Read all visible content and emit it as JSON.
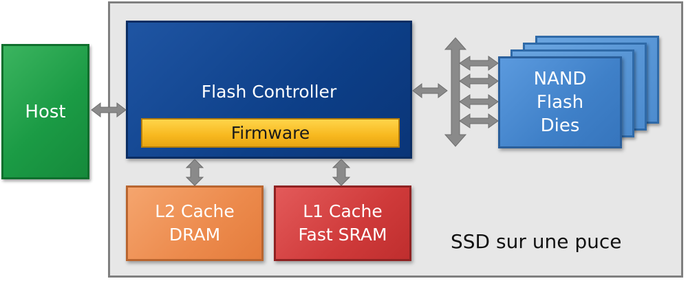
{
  "diagram": {
    "host_label": "Host",
    "controller_label": "Flash Controller",
    "firmware_label": "Firmware",
    "l2_cache": {
      "line1": "L2 Cache",
      "line2": "DRAM"
    },
    "l1_cache": {
      "line1": "L1 Cache",
      "line2": "Fast SRAM"
    },
    "nand": {
      "line1": "NAND",
      "line2": "Flash",
      "line3": "Dies"
    },
    "caption": "SSD sur une puce"
  },
  "colors": {
    "frame_bg": "#e7e7e7",
    "frame_border": "#7f7f7f",
    "host": "#1b9b45",
    "controller": "#0d3f88",
    "firmware": "#f7b81f",
    "l2_cache": "#ec8a4c",
    "l1_cache": "#cf3a3a",
    "nand": "#3f80c8",
    "arrow": "#8a8a8a"
  }
}
